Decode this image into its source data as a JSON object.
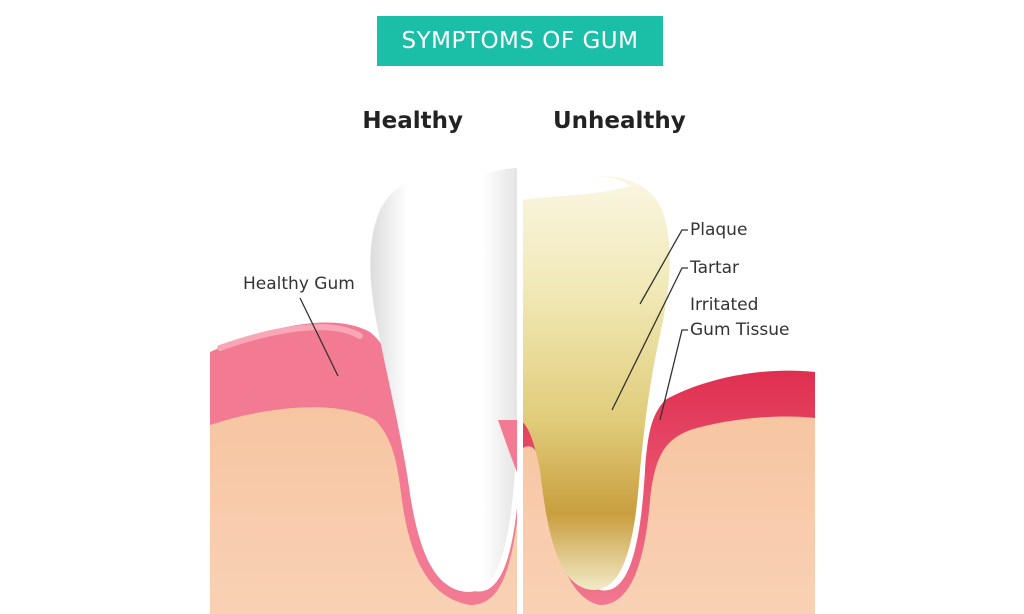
{
  "title": "SYMPTOMS OF GUM",
  "panels": {
    "left_label": "Healthy",
    "right_label": "Unhealthy"
  },
  "callouts": {
    "healthy_gum": "Healthy Gum",
    "plaque": "Plaque",
    "tartar": "Tartar",
    "irritated_line1": "Irritated",
    "irritated_line2": "Gum Tissue"
  },
  "colors": {
    "banner": "#1bbfa8",
    "gum": "#f27a92",
    "gum_irritated": "#e23a58",
    "bone": "#f7c9a6",
    "enamel": "#ffffff",
    "plaque": "#eadf9a",
    "tartar": "#c9a13a"
  }
}
